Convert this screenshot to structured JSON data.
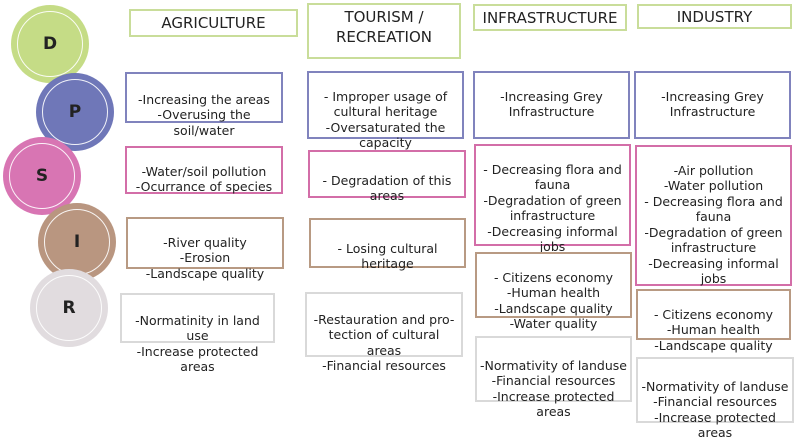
{
  "colors": {
    "D": "#c5dc86",
    "P": "#6f77b8",
    "S": "#d875b3",
    "I": "#b99680",
    "R": "#e1dcdf",
    "header_border": "#c9dd9a",
    "pressure_border": "#8083bd",
    "state_border": "#d36ea8",
    "impact_border": "#b89a83",
    "response_border": "#d9d9d9"
  },
  "circles": [
    "D",
    "P",
    "S",
    "I",
    "R"
  ],
  "headers": {
    "agriculture": "AGRICULTURE",
    "tourism": "TOURISM /\nRECREATION",
    "infrastructure": "INFRASTRUCTURE",
    "industry": "INDUSTRY"
  },
  "agriculture": {
    "pressure": "-Increasing the areas\n-Overusing the soil/water",
    "state": "-Water/soil pollution\n-Ocurrance of species",
    "impact": "-River quality\n-Erosion\n-Landscape quality",
    "response": "-Normatinity in land use\n-Increase protected areas"
  },
  "tourism": {
    "pressure": "- Improper usage of\ncultural heritage\n-Oversaturated the\ncapacity",
    "state": "- Degradation of this\nareas",
    "impact": "- Losing cultural heritage",
    "response": "-Restauration and pro-\ntection of cultural areas\n-Financial resources"
  },
  "infrastructure": {
    "pressure": "-Increasing Grey\nInfrastructure",
    "state": "- Decreasing flora and\nfauna\n-Degradation of green\ninfrastructure\n-Decreasing informal\njobs",
    "impact": "- Citizens economy\n-Human health\n-Landscape quality\n-Water quality",
    "response": "-Normativity of landuse\n-Financial resources\n-Increase protected areas"
  },
  "industry": {
    "pressure": "-Increasing Grey\nInfrastructure",
    "state": "-Air pollution\n-Water pollution\n- Decreasing flora and\nfauna\n-Degradation of green\ninfrastructure\n-Decreasing informal\njobs",
    "impact": "- Citizens economy\n-Human health\n-Landscape quality",
    "response": "-Normativity of landuse\n-Financial resources\n-Increase protected areas"
  }
}
